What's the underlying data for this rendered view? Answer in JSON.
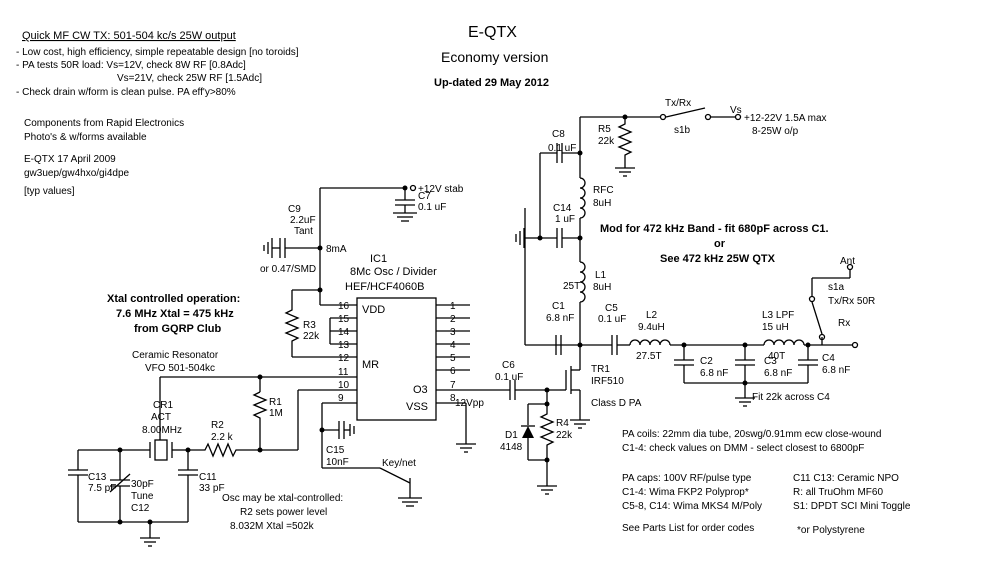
{
  "header": {
    "title": "E-QTX",
    "subtitle": "Economy version",
    "updated": "Up-dated 29 May 2012"
  },
  "notes": {
    "heading": "Quick MF CW TX: 501-504 kc/s 25W output",
    "lines": [
      "- Low cost, high efficiency, simple repeatable design [no toroids]",
      "- PA tests 50R load: Vs=12V, check 8W RF [0.8Adc]",
      "Vs=21V, check 25W RF [1.5Adc]",
      "- Check drain w/form is clean pulse. PA eff'y>80%",
      "Components from Rapid Electronics",
      "Photo's & w/forms available",
      "E-QTX 17 April 2009",
      "gw3uep/gw4hxo/gi4dpe",
      "[typ values]"
    ]
  },
  "xtal_note": [
    "Xtal controlled operation:",
    "7.6 MHz Xtal = 475 kHz",
    "from GQRP Club"
  ],
  "mod_note": [
    "Mod for 472 kHz Band - fit 680pF across C1.",
    "or",
    "See 472 kHz 25W QTX"
  ],
  "osc_note": [
    "Osc may be xtal-controlled:",
    "R2 sets power level",
    "8.032M Xtal =502k"
  ],
  "resonator_note": [
    "Ceramic Resonator",
    "VFO 501-504kc"
  ],
  "ic": {
    "name": "IC1",
    "desc1": "8Mc Osc / Divider",
    "desc2": "HEF/HCF4060B",
    "vdd": "VDD",
    "vss": "VSS",
    "mr": "MR",
    "q3": "O3",
    "pins_right": [
      "1",
      "2",
      "3",
      "4",
      "5",
      "6",
      "7",
      "8"
    ],
    "pins_left": [
      "16",
      "15",
      "14",
      "13",
      "12",
      "11",
      "10",
      "9"
    ]
  },
  "components": {
    "c7": [
      "C7",
      "0.1 uF"
    ],
    "stab": "+12V stab",
    "c9": [
      "C9",
      "2.2uF",
      "Tant"
    ],
    "c9_alt": "or 0.47/SMD",
    "ma": "8mA",
    "r3": [
      "R3",
      "22k"
    ],
    "r1": [
      "R1",
      "1M"
    ],
    "r2": [
      "R2",
      "2.2 k"
    ],
    "cr1": [
      "CR1",
      "ACT",
      "8.00MHz"
    ],
    "c13": [
      "C13",
      "7.5 pF"
    ],
    "c12": [
      "30pF",
      "Tune",
      "C12"
    ],
    "c11": [
      "C11",
      "33 pF"
    ],
    "c15": [
      "C15",
      "10nF"
    ],
    "key": "Key/net",
    "c6": [
      "C6",
      "0.1 uF"
    ],
    "vpp": "12Vpp",
    "d1": [
      "D1",
      "4148"
    ],
    "r4": [
      "R4",
      "22k"
    ],
    "tr1": [
      "TR1",
      "IRF510"
    ],
    "classd": "Class D PA",
    "c8": [
      "C8",
      "0.1 uF"
    ],
    "r5": [
      "R5",
      "22k"
    ],
    "rfc": [
      "RFC",
      "8uH"
    ],
    "c14": [
      "C14",
      "1 uF"
    ],
    "l1": [
      "25T",
      "L1",
      "8uH"
    ],
    "c1": [
      "C1",
      "6.8 nF"
    ],
    "c5": [
      "C5",
      "0.1 uF"
    ],
    "l2": [
      "L2",
      "9.4uH",
      "27.5T"
    ],
    "c2": [
      "C2",
      "6.8 nF"
    ],
    "c3": [
      "C3",
      "6.8 nF"
    ],
    "l3": [
      "L3 LPF",
      "15 uH",
      "40T"
    ],
    "c4": [
      "C4",
      "6.8 nF"
    ],
    "fit": "Fit 22k across C4",
    "txrx": "Tx/Rx",
    "vs": "Vs",
    "s1b": "s1b",
    "supply": [
      "+12-22V 1.5A max",
      "8-25W o/p"
    ],
    "ant": "Ant",
    "s1a": "s1a",
    "txrx50": "Tx/Rx 50R",
    "rx": "Rx"
  },
  "bottom_notes": {
    "coils": [
      "PA coils: 22mm dia tube, 20swg/0.91mm ecw close-wound",
      "C1-4: check values on DMM - select closest to 6800pF"
    ],
    "caps_left": [
      "PA caps: 100V RF/pulse type",
      "C1-4: Wima FKP2 Polyprop*",
      "C5-8, C14: Wima MKS4 M/Poly"
    ],
    "caps_right": [
      "C11 C13: Ceramic NPO",
      "R: all TruOhm MF60",
      "S1: DPDT SCI Mini Toggle"
    ],
    "parts": "See Parts List for order codes",
    "poly": "*or Polystyrene"
  }
}
